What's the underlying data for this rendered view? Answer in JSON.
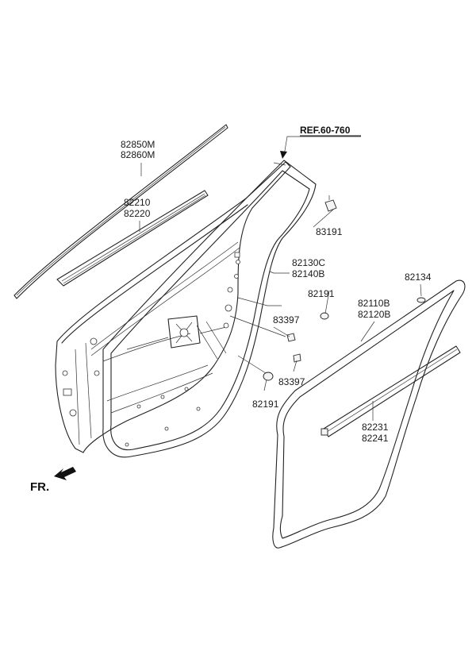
{
  "reference": {
    "text": "REF.60-760"
  },
  "direction": {
    "text": "FR."
  },
  "parts": {
    "belt_molding_outer": [
      "82850M",
      "82860M"
    ],
    "belt_weatherstrip": [
      "82210",
      "82220"
    ],
    "door_frame_weatherstrip": [
      "82130C",
      "82140B"
    ],
    "clip_upper": "83191",
    "plug_a": "82191",
    "plug_b": "82191",
    "hole_cover_a": "83397",
    "hole_cover_b": "83397",
    "door_side_weatherstrip": [
      "82110B",
      "82120B"
    ],
    "clip_small": "82134",
    "lower_weatherstrip": [
      "82231",
      "82241"
    ]
  },
  "icons": {
    "direction_arrow": "arrow-down-left-icon"
  }
}
